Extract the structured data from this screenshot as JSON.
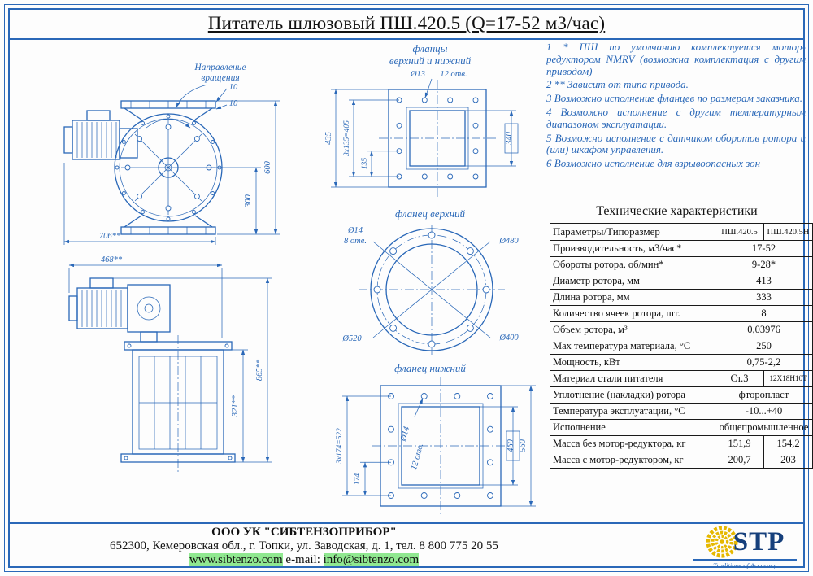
{
  "page": {
    "title": "Питатель шлюзовый ПШ.420.5 (Q=17-52 м3/час)"
  },
  "notes": [
    "1 * ПШ по умолчанию комплектуется мотор-редуктором NMRV (возможна комплектация с другим приводом)",
    "2 ** Зависит от типа привода.",
    "3 Возможно исполнение фланцев по размерам заказчика.",
    "4 Возможно исполнение с другим температурным диапазоном эксплуатации.",
    "5 Возможно исполнение с датчиком оборотов ротора и (или) шкафом управления.",
    "6 Возможно исполнение для взрывоопасных зон"
  ],
  "specs": {
    "heading": "Технические характеристики",
    "header": [
      "Параметры/Типоразмер",
      "ПШ.420.5",
      "ПШ.420.5Н"
    ],
    "rows": [
      {
        "name": "Производительность, м3/час*",
        "value": "17-52"
      },
      {
        "name": "Обороты ротора, об/мин*",
        "value": "9-28*"
      },
      {
        "name": "Диаметр ротора, мм",
        "value": "413"
      },
      {
        "name": "Длина ротора, мм",
        "value": "333"
      },
      {
        "name": "Количество ячеек ротора, шт.",
        "value": "8"
      },
      {
        "name": "Объем ротора, м³",
        "value": "0,03976"
      },
      {
        "name": "Мах температура материала, °С",
        "value": "250"
      },
      {
        "name": "Мощность, кВт",
        "value": "0,75-2,2"
      },
      {
        "name": "Материал стали питателя",
        "value1": "Ст.3",
        "value2": "12Х18Н10Т"
      },
      {
        "name": "Уплотнение (накладки) ротора",
        "value": "фторопласт"
      },
      {
        "name": "Температура эксплуатации, °С",
        "value": "-10...+40"
      },
      {
        "name": "Исполнение",
        "value": "общепромышленное"
      },
      {
        "name": "Масса без мотор-редуктора, кг",
        "value1": "151,9",
        "value2": "154,2"
      },
      {
        "name": "Масса с мотор-редуктором, кг",
        "value1": "200,7",
        "value2": "203"
      }
    ]
  },
  "drawings": {
    "front": {
      "rotation1": "Направление",
      "rotation2": "вращения",
      "d10a": "10",
      "d10b": "10",
      "d600": "600",
      "d300": "300",
      "d706": "706**"
    },
    "side": {
      "d468": "468**",
      "d865": "865**",
      "d321": "321**"
    },
    "flange_both": {
      "title1": "фланцы",
      "title2": "верхний и нижний",
      "d435": "435",
      "d405": "3х135=405",
      "d135": "135",
      "d13": "Ø13",
      "holes": "12 отв.",
      "d340": "340"
    },
    "flange_up": {
      "title": "фланец верхний",
      "d14": "Ø14",
      "holes": "8 отв.",
      "d480": "Ø480",
      "d520": "Ø520",
      "d400": "Ø400"
    },
    "flange_low": {
      "title": "фланец нижний",
      "d522": "3х174=522",
      "d14": "Ø14",
      "holes": "12 отв.",
      "d174": "174",
      "d460": "460",
      "d560": "560"
    }
  },
  "footer": {
    "company": "ООО УК \"СИБТЕНЗОПРИБОР\"",
    "address": "652300, Кемеровская обл., г. Топки, ул. Заводская, д. 1, тел. 8 800 775 20 55",
    "website": "www.sibtenzo.com",
    "email_label": "e-mail:",
    "email": "info@sibtenzo.com",
    "logo_text": "STP",
    "logo_tagline": "Traditions of Accuracy"
  },
  "colors": {
    "line_blue": "#2a68b8",
    "logo_navy": "#16407c",
    "logo_yellow": "#e6b800",
    "link_green": "#90e890"
  }
}
